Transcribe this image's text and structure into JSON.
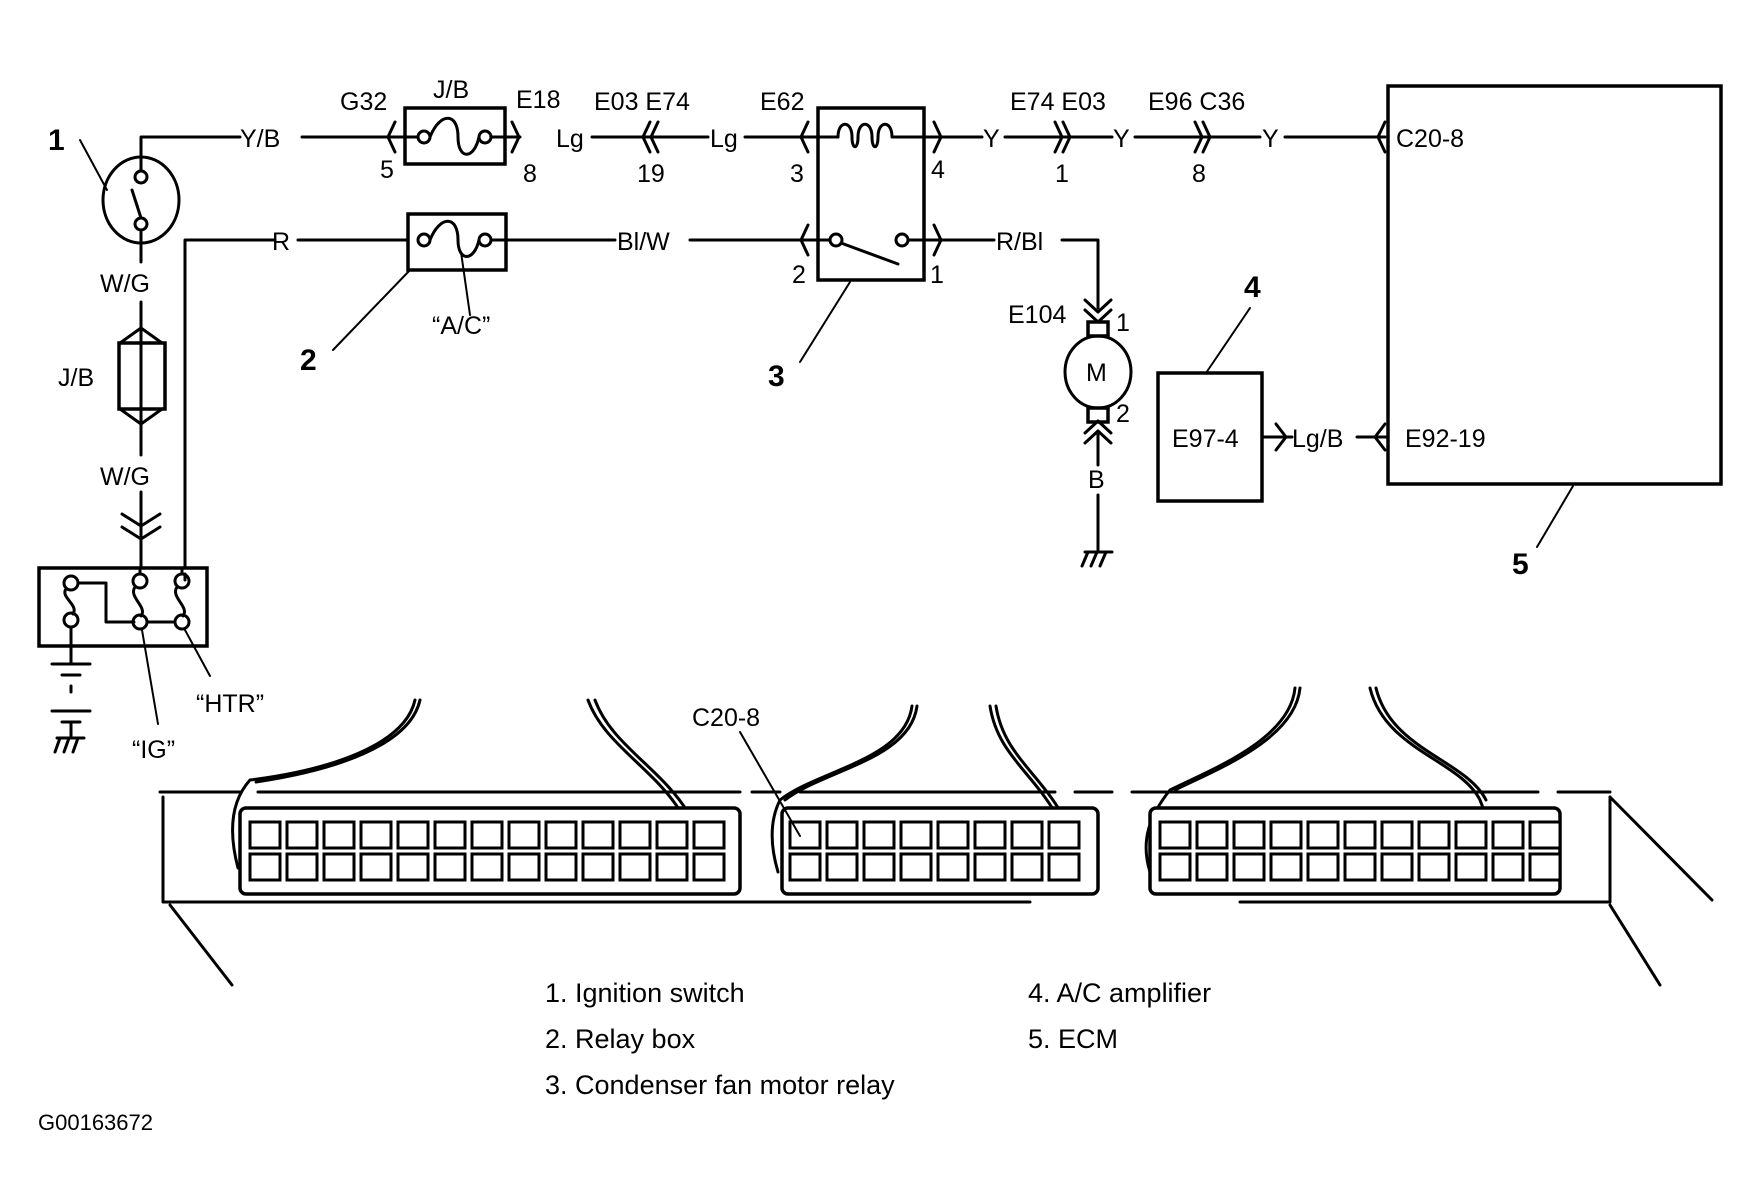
{
  "diagram": {
    "title": "Condenser fan motor control circuit",
    "callouts": [
      "1",
      "2",
      "3",
      "4",
      "5"
    ],
    "ignition_switch": {
      "wire_top": "Y/B",
      "wire_bottom": "W/G",
      "jb_label": "J/B",
      "wire_lower": "W/G",
      "fuse_labels": [
        "“IG”",
        "“HTR”"
      ]
    },
    "upper_circuit": {
      "jb_label": "J/B",
      "connector_left": "G32",
      "connector_right": "E18",
      "pin_left": "5",
      "pin_right": "8",
      "wire1": "Lg",
      "connector_pair1": "E03 E74",
      "pin_pair1": "19",
      "wire2": "Lg",
      "relay_connector": "E62",
      "relay_pin_in": "3",
      "relay_pin_out": "4",
      "wire3": "Y",
      "connector_pair2": "E74 E03",
      "pin_pair2": "1",
      "wire4": "Y",
      "connector_pair3": "E96 C36",
      "pin_pair3": "8",
      "wire5": "Y",
      "ecm_pin": "C20-8"
    },
    "lower_circuit": {
      "wire_r": "R",
      "fuse_label": "“A/C”",
      "wire_blw": "Bl/W",
      "relay_pin_in": "2",
      "relay_pin_out": "1",
      "wire_rbl": "R/Bl",
      "motor_connector": "E104",
      "motor_pin_top": "1",
      "motor_pin_bottom": "2",
      "motor_symbol": "M",
      "ground_wire": "B"
    },
    "amplifier": {
      "pin": "E97-4",
      "wire": "Lg/B",
      "ecm_pin": "E92-19"
    },
    "ecm_connector_callout": "C20-8"
  },
  "legend": {
    "items": [
      "1. Ignition switch",
      "2. Relay box",
      "3. Condenser fan motor relay",
      "4.  A/C amplifier",
      "5.  ECM"
    ]
  },
  "figure_id": "G00163672"
}
